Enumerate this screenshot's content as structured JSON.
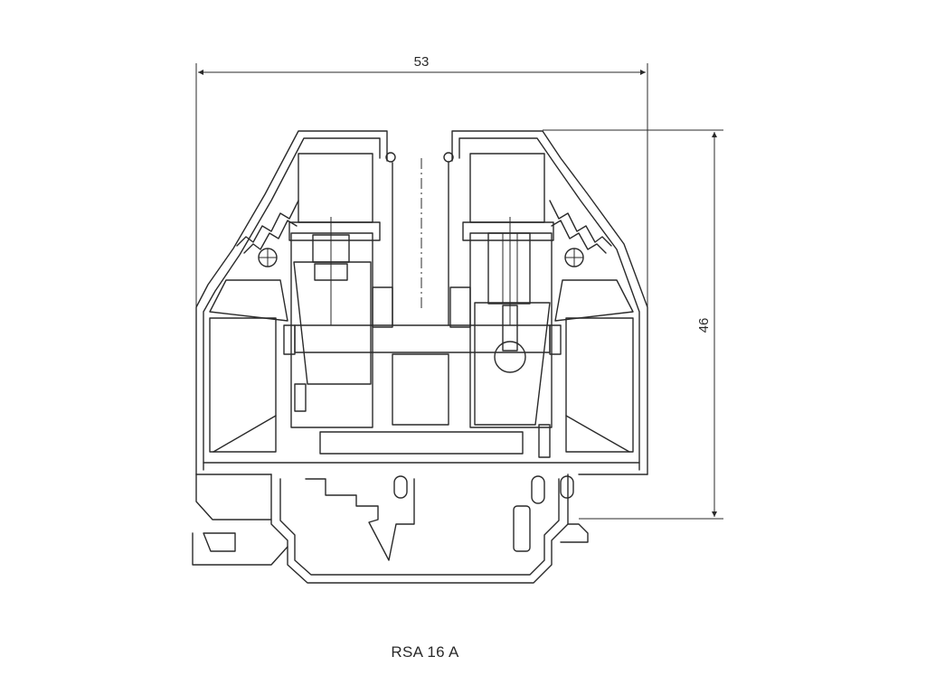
{
  "dimensions": {
    "width_label": "53",
    "height_label": "46"
  },
  "caption": "RSA 16 A"
}
